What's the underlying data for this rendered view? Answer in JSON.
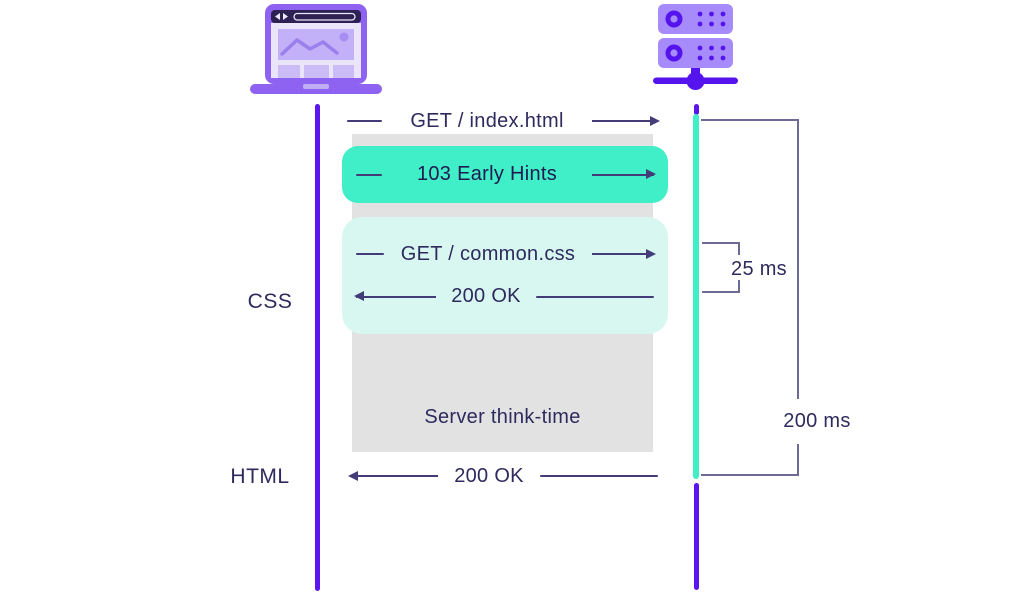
{
  "colors": {
    "timeline_purple": "#5B16F0",
    "hint_teal": "#40EEC7",
    "mint_panel": "#D8F7F0",
    "gray_panel": "#E2E2E2",
    "text_ink": "#2E2A5E"
  },
  "icons": {
    "client": "browser-laptop-icon",
    "server": "server-rack-icon"
  },
  "lane_labels": {
    "css": "CSS",
    "html": "HTML"
  },
  "messages": {
    "get_index": "GET / index.html",
    "early_hints": "103 Early Hints",
    "get_css": "GET / common.css",
    "css_ok": "200 OK",
    "server_think": "Server think-time",
    "html_ok": "200 OK"
  },
  "timings": {
    "hint_window": "25 ms",
    "total": "200 ms"
  }
}
